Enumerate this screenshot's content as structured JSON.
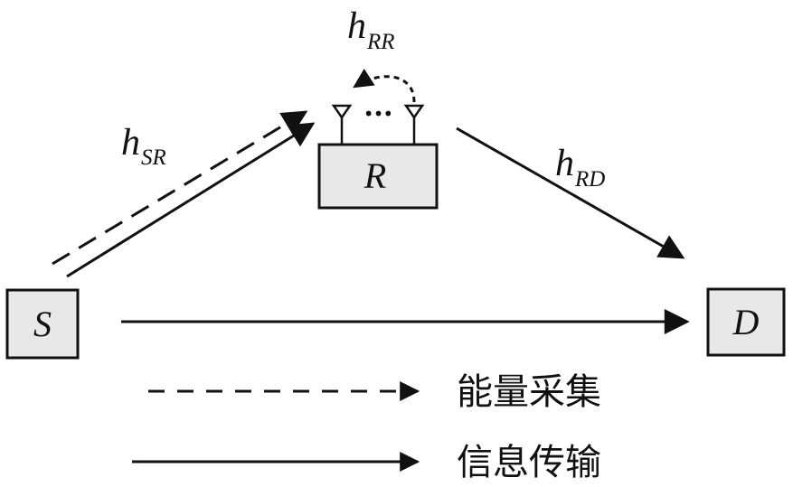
{
  "nodes": {
    "source": {
      "label": "S"
    },
    "relay": {
      "label": "R"
    },
    "destination": {
      "label": "D"
    }
  },
  "channels": {
    "sr": {
      "main": "h",
      "sub": "SR"
    },
    "rr": {
      "main": "h",
      "sub": "RR"
    },
    "rd": {
      "main": "h",
      "sub": "RD"
    }
  },
  "relay_antenna_ellipsis": "•••",
  "legend": [
    {
      "style": "dashed",
      "label": "能量采集"
    },
    {
      "style": "solid",
      "label": "信息传输"
    }
  ],
  "colors": {
    "node_fill": "#e8e8e8",
    "stroke": "#111111",
    "background": "#ffffff"
  }
}
